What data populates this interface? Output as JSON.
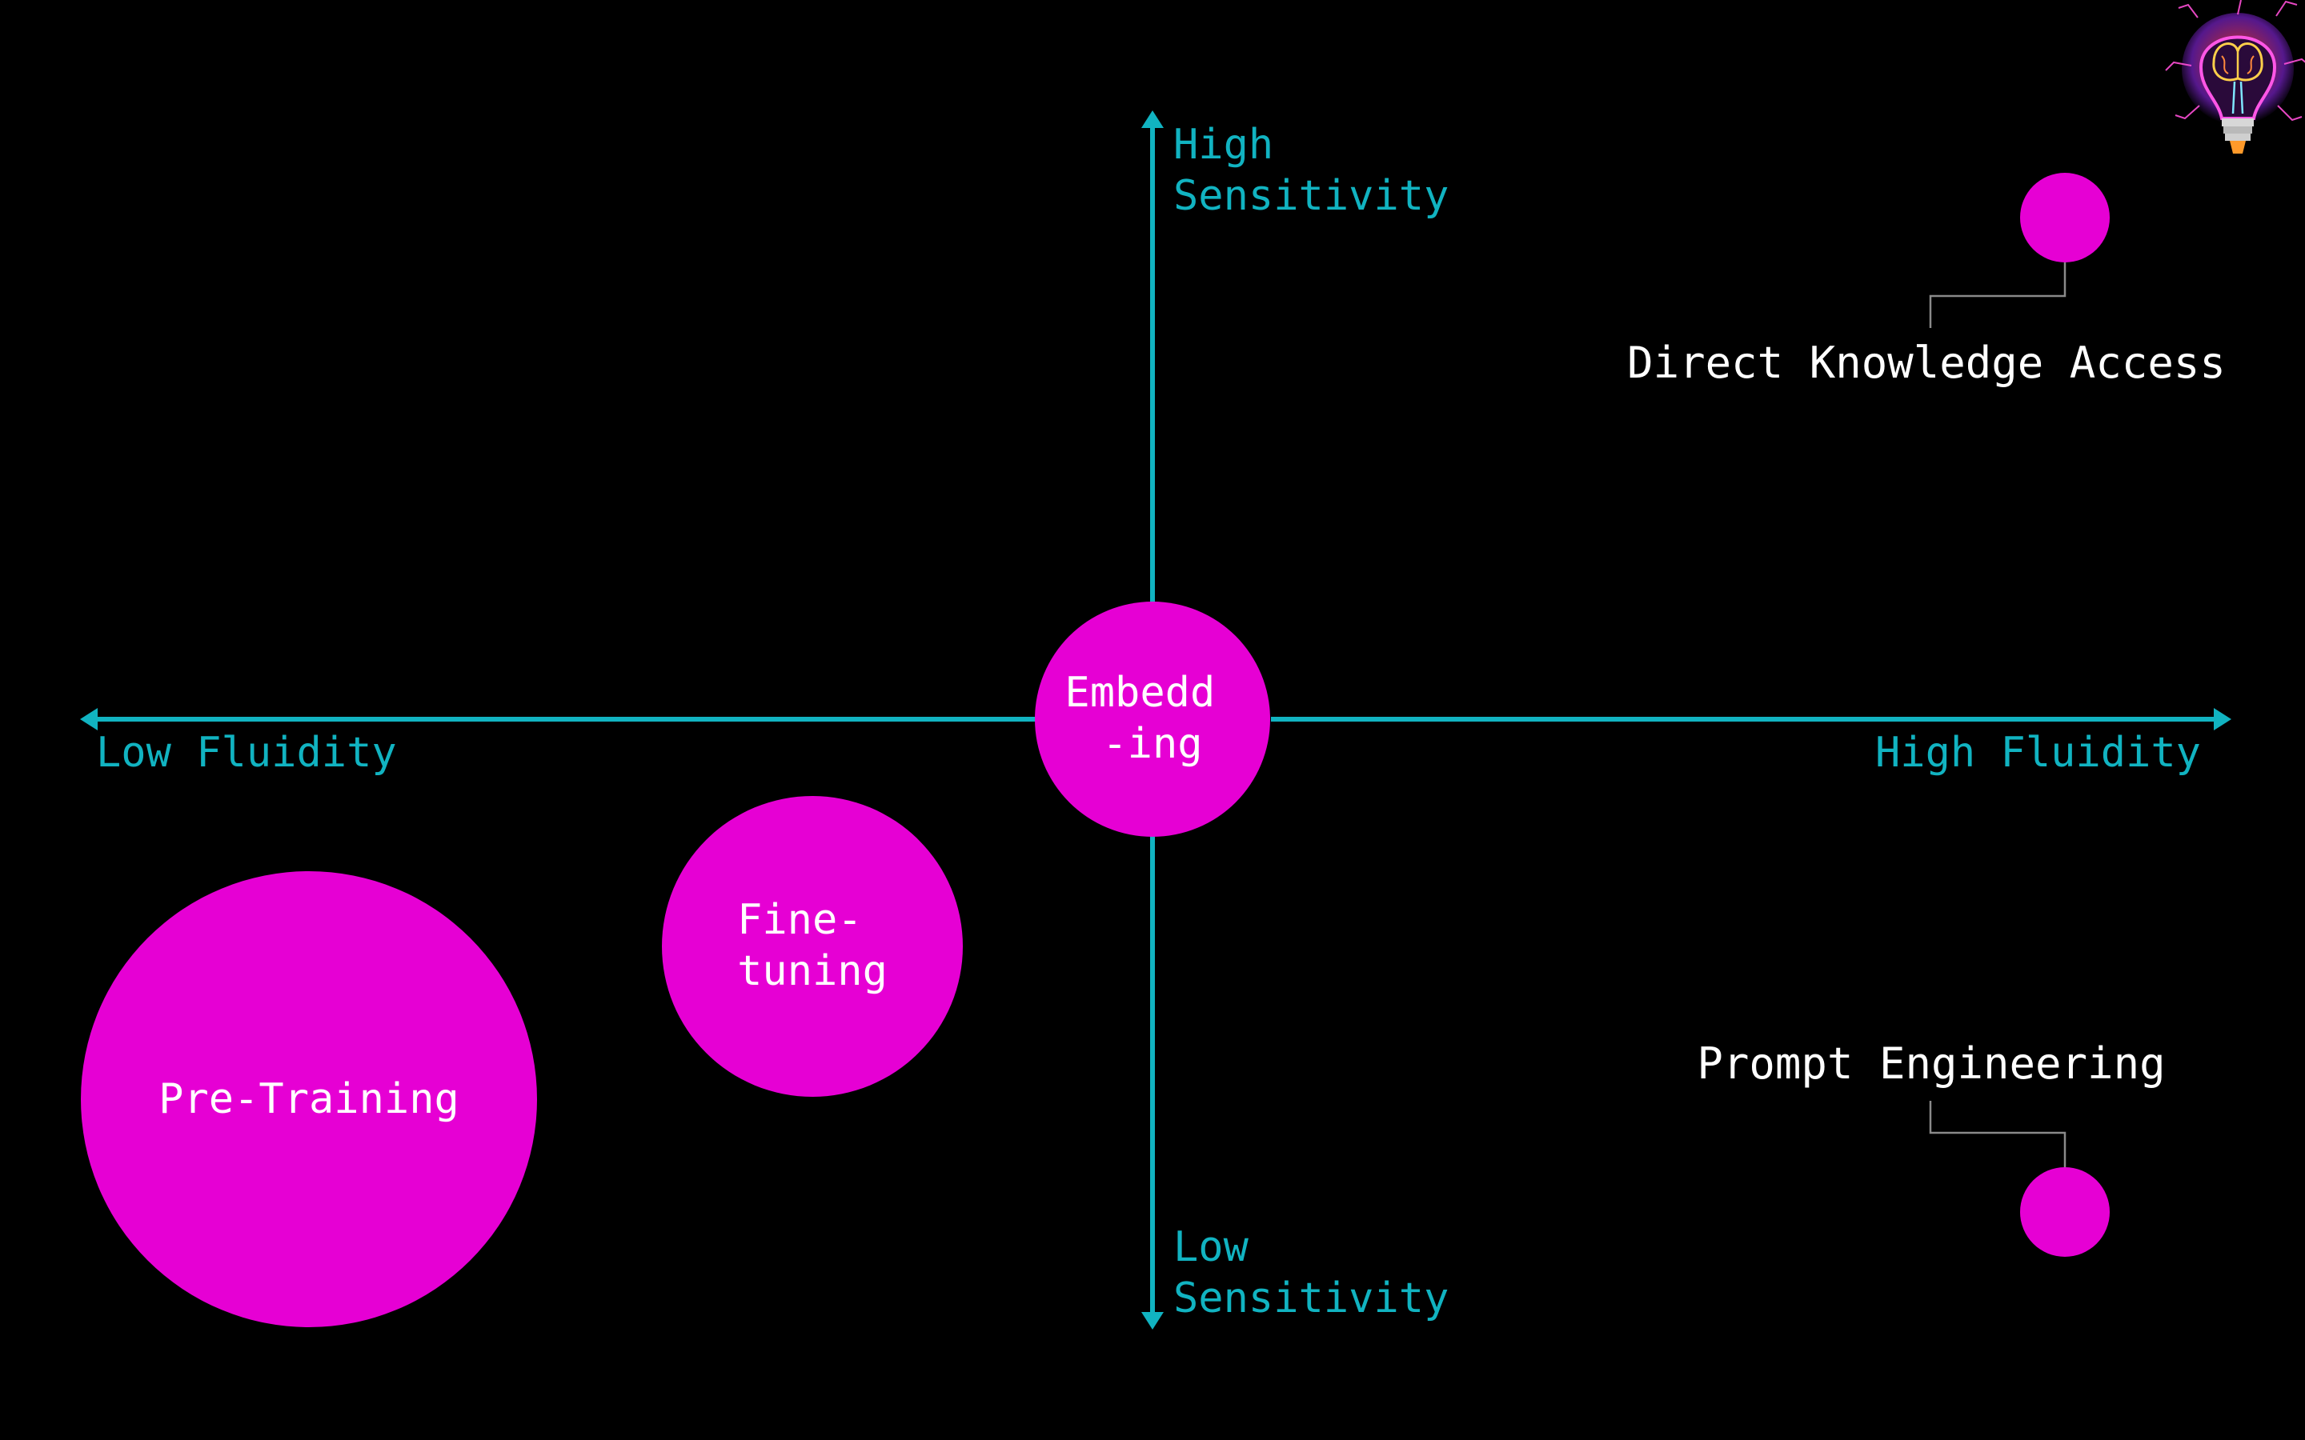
{
  "colors": {
    "background": "#000000",
    "axis": "#11b3c1",
    "node": "#e600d4",
    "node_text": "#ffffff",
    "callout_text": "#ffffff",
    "leader_line": "#8a8a8a"
  },
  "axes": {
    "y_top_line1": "High",
    "y_top_line2": "Sensitivity",
    "y_bottom_line1": "Low",
    "y_bottom_line2": "Sensitivity",
    "x_left": "Low Fluidity",
    "x_right": "High Fluidity"
  },
  "nodes": {
    "embedding_line1": "Embedd",
    "embedding_line2": "-ing",
    "finetuning_line1": "Fine-",
    "finetuning_line2": "tuning",
    "pretraining": "Pre-Training"
  },
  "callouts": {
    "direct_knowledge_access": "Direct Knowledge Access",
    "prompt_engineering": "Prompt Engineering"
  },
  "icons": {
    "logo": "brain-lightbulb-icon"
  }
}
